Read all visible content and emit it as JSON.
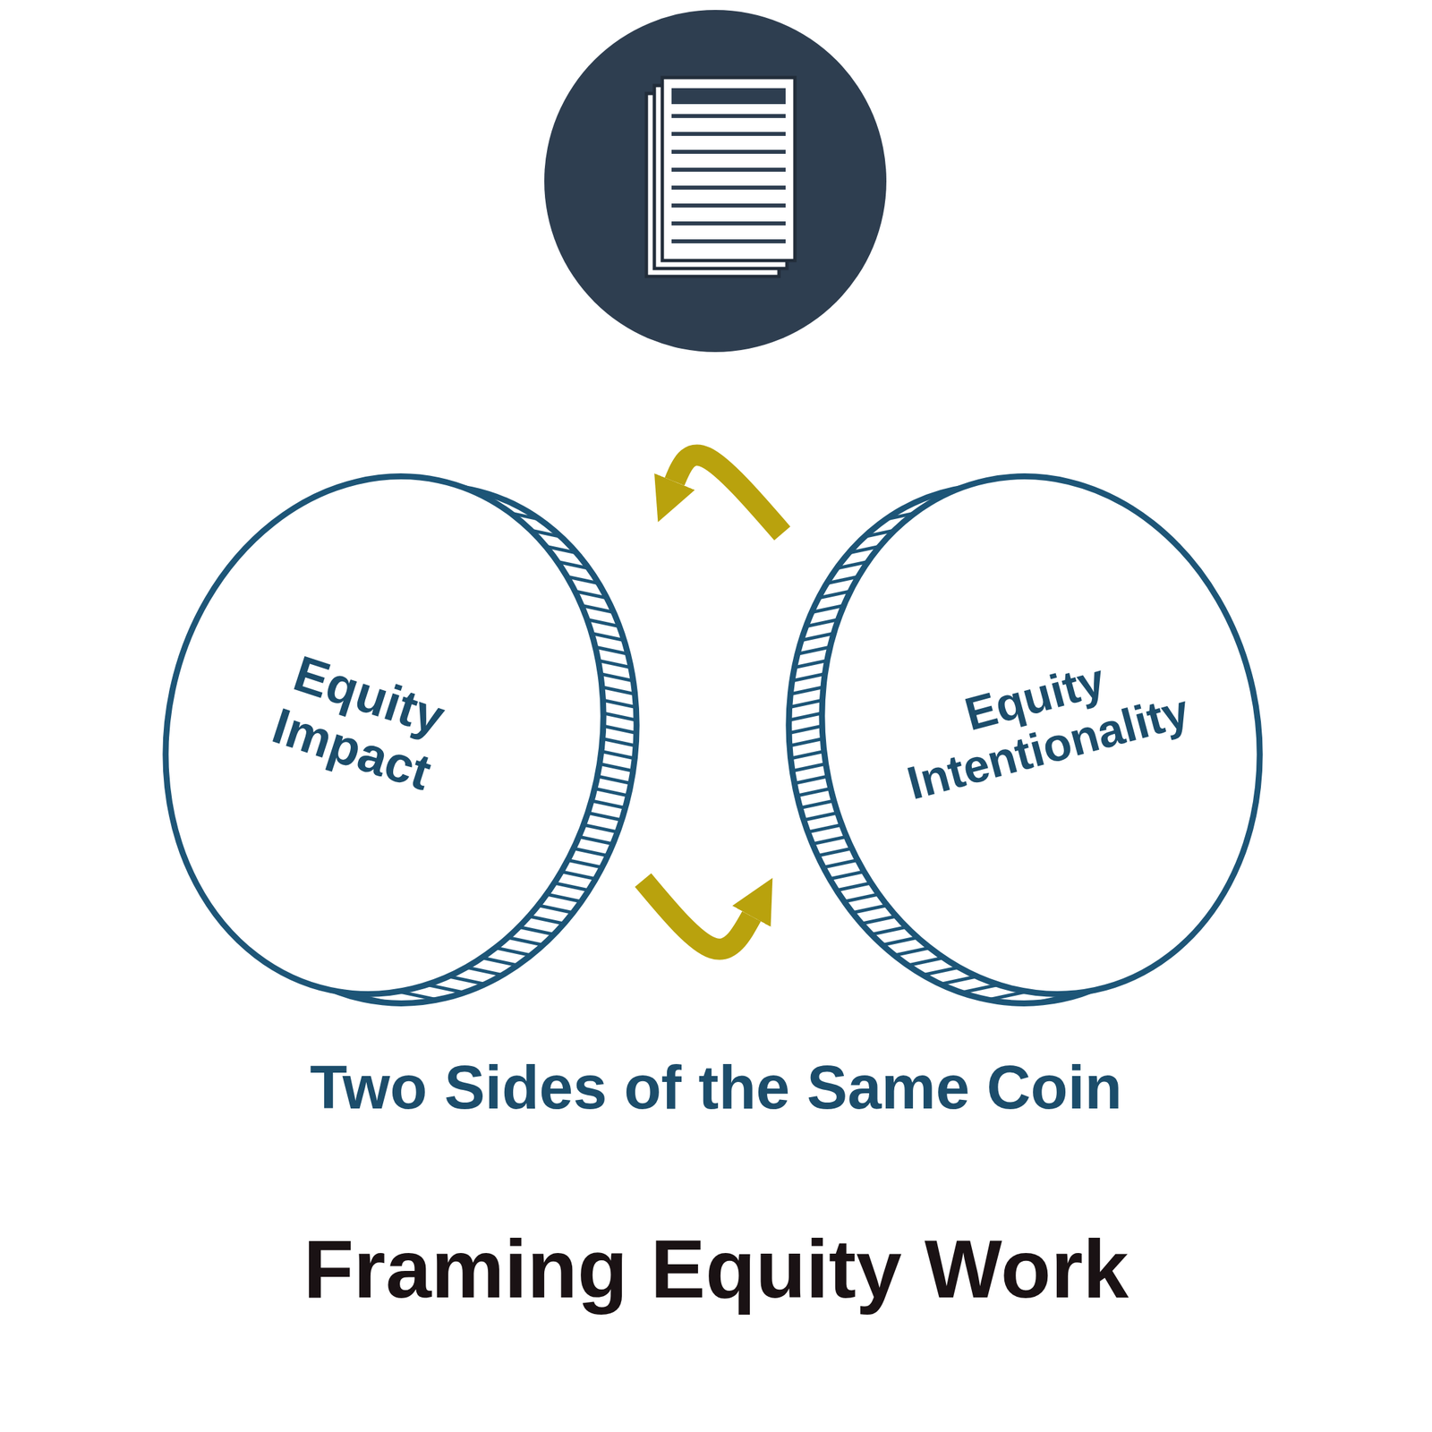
{
  "diagram": {
    "title": "Framing Equity Work",
    "caption": "Two Sides of the Same Coin",
    "nodes": [
      {
        "text": [
          "Equity Impact"
        ]
      },
      {
        "text": [
          "Equity Intentionality"
        ]
      }
    ],
    "edges": [
      {
        "from": 1,
        "to": 0,
        "arrow": "to"
      },
      {
        "from": 0,
        "to": 1,
        "arrow": "to"
      }
    ]
  }
}
